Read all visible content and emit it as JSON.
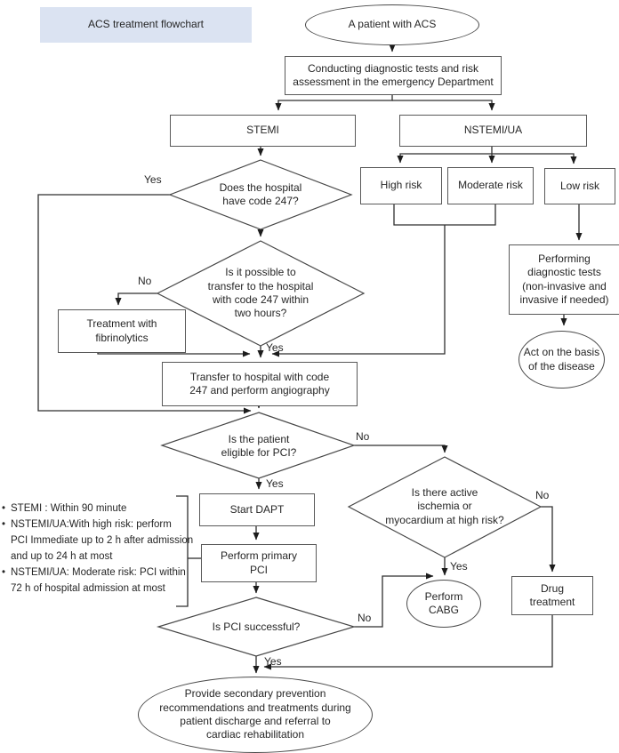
{
  "title": "ACS treatment flowchart",
  "labels": {
    "yes": "Yes",
    "no": "No"
  },
  "nodes": {
    "start": "A patient with ACS",
    "diagnostic": "Conducting diagnostic tests and risk\nassessment in the emergency Department",
    "stemi": "STEMI",
    "nstemi_ua": "NSTEMI/UA",
    "high_risk": "High risk",
    "moderate_risk": "Moderate risk",
    "low_risk": "Low risk",
    "has_code247": "Does the hospital\nhave code 247?",
    "transfer_possible": "Is it possible to\ntransfer to the hospital\nwith code 247 within\ntwo hours?",
    "fibrinolytics": "Treatment with\nfibrinolytics",
    "performing_tests": "Performing\ndiagnostic tests\n(non-invasive and\ninvasive if needed)",
    "act_on_disease": "Act on the basis\nof the disease",
    "transfer_angiography": "Transfer to hospital with code\n247 and perform angiography",
    "eligible_pci": "Is the patient\neligible for PCI?",
    "start_dapt": "Start DAPT",
    "primary_pci": "Perform primary\nPCI",
    "pci_successful": "Is PCI successful?",
    "active_ischemia": "Is there active\nischemia or\nmyocardium at high risk?",
    "perform_cabg": "Perform\nCABG",
    "drug_treatment": "Drug\ntreatment",
    "secondary_prevention": "Provide secondary prevention\nrecommendations and treatments during\npatient discharge and referral to\ncardiac rehabilitation"
  },
  "notes": [
    "STEMI : Within 90 minute",
    "NSTEMI/UA:With high risk: perform\nPCI Immediate up to 2 h after admission\nand up to 24 h at most",
    "NSTEMI/UA: Moderate risk: PCI within\n72 h of hospital admission at most"
  ],
  "colors": {
    "title_bg": "#dbe3f2",
    "line": "#2e2e2e",
    "box_border": "#595959",
    "text": "#262626"
  }
}
